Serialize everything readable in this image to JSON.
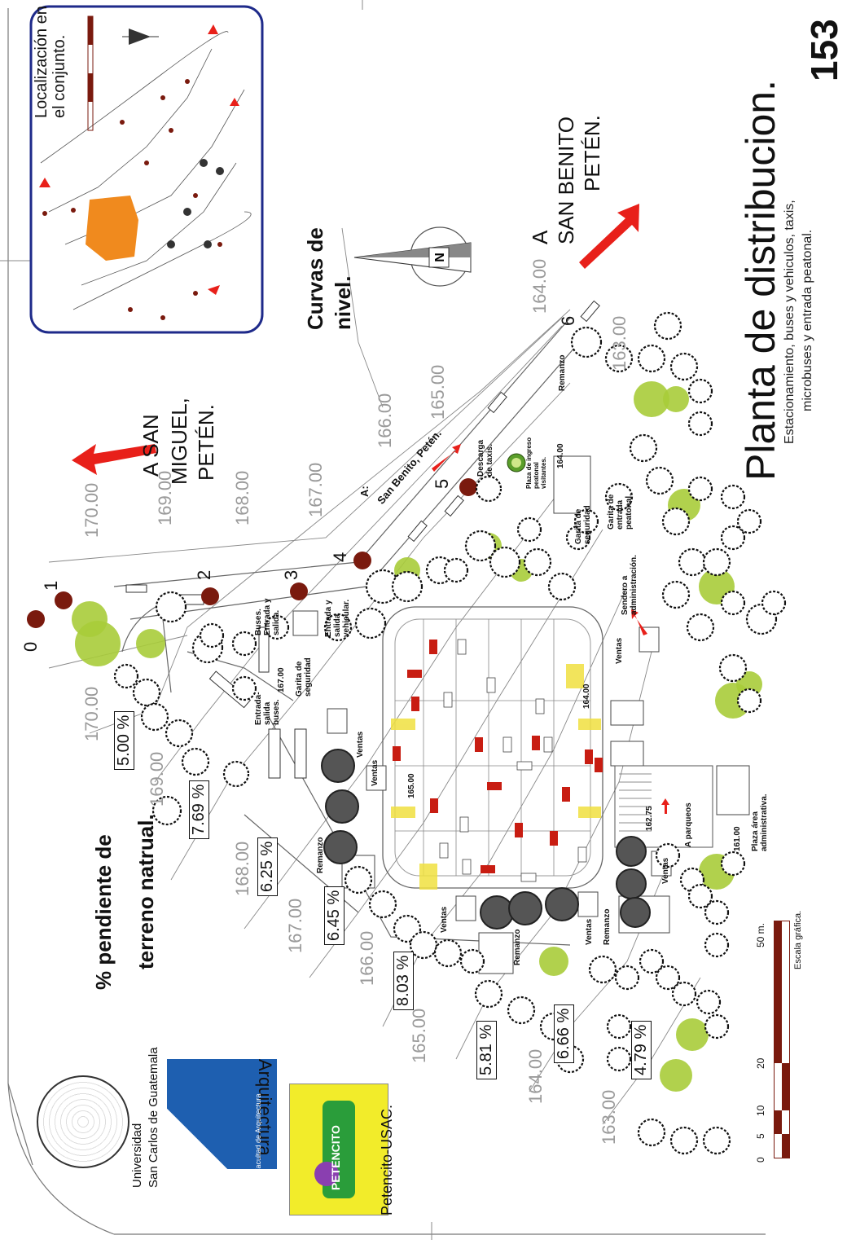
{
  "sheet_number": "153",
  "title": "Planta de distribucion.",
  "subtitle_line1": "Estacionamiento, buses y vehiculos, taxis,",
  "subtitle_line2": "microbuses y entrada peatonal.",
  "directions": {
    "san_benito_line1": "A",
    "san_benito_line2": "SAN BENITO",
    "san_benito_line3": "PETÉN.",
    "san_miguel_line1": "A  SAN",
    "san_miguel_line2": "MIGUEL,",
    "san_miguel_line3": "PETÉN."
  },
  "road_label_line1": "A:",
  "road_label_line2": "San Benito, Petén.",
  "curvas_line1": "Curvas de",
  "curvas_line2": "nivel.",
  "pendiente_line1": "% pendiente de",
  "pendiente_line2": "terreno natrual.",
  "locator_line1": "Localización en",
  "locator_line2": "el conjunto.",
  "contours": [
    "170.00",
    "169.00",
    "168.00",
    "167.00",
    "166.00",
    "165.00",
    "164.00",
    "163.00",
    "170.00",
    "169.00",
    "168.00",
    "167.00",
    "166.00",
    "165.00",
    "164.00",
    "163.00"
  ],
  "slopes": [
    "5.00 %",
    "7.69 %",
    "6.25 %",
    "6.45 %",
    "8.03 %",
    "5.81 %",
    "6.66 %",
    "4.79 %"
  ],
  "points": [
    "0",
    "1",
    "2",
    "3",
    "4",
    "5",
    "6"
  ],
  "labels": {
    "buses_entrada": "Buses. Entrada y salida.",
    "entrada_salida_buses": "Entrada-salida buses.",
    "garita_seguridad": "Garita de seguridad",
    "level_167": "167.00",
    "entrada_vehicular": "Entrada y salida vehicular.",
    "descarga_taxis": "Descarga de taxis.",
    "plaza_ingreso": "Plaza de ingreso peatonal visitantes.",
    "level_164_top": "164.00",
    "garita_entrada_peatonal": "Garita de entrada peatonal.",
    "garita_seguridad_2": "Garita de seguridad",
    "remanzo": "Remanzo",
    "sendero_admin": "Sendero a administración.",
    "ventas": "Ventas",
    "level_165": "165.00",
    "level_164": "164.00",
    "level_16275": "162.75",
    "a_parqueos": "A parqueos",
    "level_161": "161.00",
    "plaza_admin": "Plaza área administrativa."
  },
  "scale": {
    "title": "Escala gráfica.",
    "ticks": [
      "0",
      "5",
      "10",
      "20",
      "50 m."
    ]
  },
  "logos": {
    "university_line1": "Universidad",
    "university_line2": "San Carlos de Guatemala",
    "arquitectura": "Arquitectura.",
    "facultad": "Facultad de Arquitectura",
    "petencito_logo_text": "PETENCITO",
    "petencito": "Petencito-USAC."
  },
  "colors": {
    "tree_green": "#a8cc3a",
    "dark_red": "#7a1a0e",
    "arrow_red": "#e8201a",
    "locator_frame": "#1e2a8a",
    "orange": "#f08a1e",
    "blue_logo": "#1e5fb0"
  }
}
